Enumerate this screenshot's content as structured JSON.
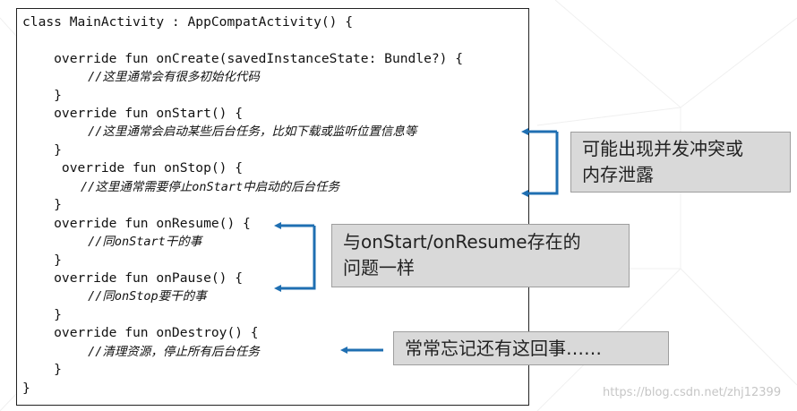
{
  "code": {
    "lines": [
      "class MainActivity : AppCompatActivity() {",
      "",
      "    override fun onCreate(savedInstanceState: Bundle?) {",
      "         //这里通常会有很多初始化代码",
      "    }",
      "    override fun onStart() {",
      "         //这里通常会启动某些后台任务，比如下载或监听位置信息等",
      "    }",
      "     override fun onStop() {",
      "        //这里通常需要停止onStart中启动的后台任务",
      "    }",
      "    override fun onResume() {",
      "         //同onStart干的事",
      "    }",
      "    override fun onPause() {",
      "         //同onStop要干的事",
      "    }",
      "    override fun onDestroy() {",
      "         //清理资源，停止所有后台任务",
      "    }",
      "}"
    ]
  },
  "callouts": {
    "concurrency": {
      "line1": "可能出现并发冲突或",
      "line2": "内存泄露"
    },
    "same_problem": {
      "line1": "与onStart/onResume存在的",
      "line2": "问题一样"
    },
    "forget": {
      "text": "常常忘记还有这回事……"
    }
  },
  "watermark": "https://blog.csdn.net/zhj12399",
  "colors": {
    "arrow": "#1f6fb2",
    "callout_bg": "#d9d9d9",
    "code_border": "#222222"
  }
}
